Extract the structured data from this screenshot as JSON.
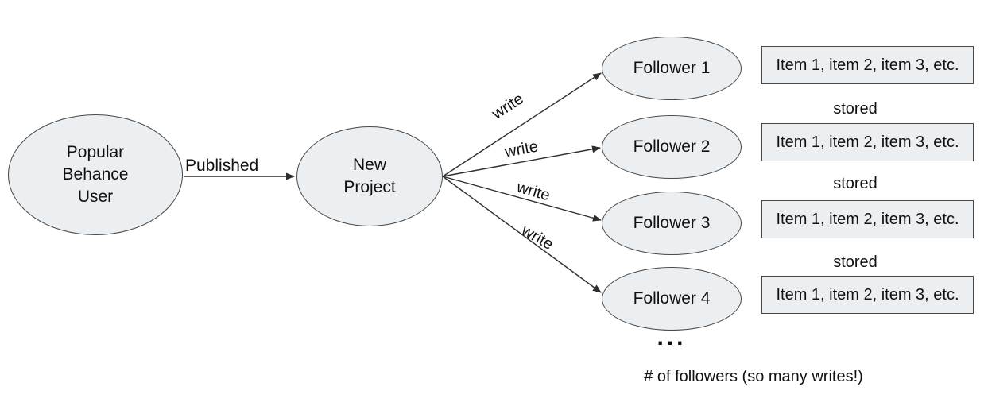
{
  "diagram": {
    "nodes": {
      "source": {
        "lines": [
          "Popular",
          "Behance",
          "User"
        ]
      },
      "project": {
        "lines": [
          "New",
          "Project"
        ]
      },
      "followers": [
        {
          "label": "Follower 1"
        },
        {
          "label": "Follower 2"
        },
        {
          "label": "Follower 3"
        },
        {
          "label": "Follower 4"
        }
      ]
    },
    "edges": {
      "published_label": "Published",
      "write_labels": [
        "write",
        "write",
        "write",
        "write"
      ]
    },
    "stores": {
      "items": [
        {
          "text": "Item 1, item 2, item 3, etc."
        },
        {
          "text": "Item 1, item 2, item 3, etc."
        },
        {
          "text": "Item 1, item 2, item 3, etc."
        },
        {
          "text": "Item 1, item 2, item 3, etc."
        }
      ],
      "stored_labels": [
        "stored",
        "stored",
        "stored"
      ]
    },
    "footer": {
      "ellipsis": "...",
      "caption": "# of followers (so many writes!)"
    },
    "colors": {
      "background": "#ffffff",
      "node_fill": "#eceff1",
      "node_stroke": "#474747",
      "arrow": "#2e2e2e",
      "text": "#111111"
    }
  }
}
